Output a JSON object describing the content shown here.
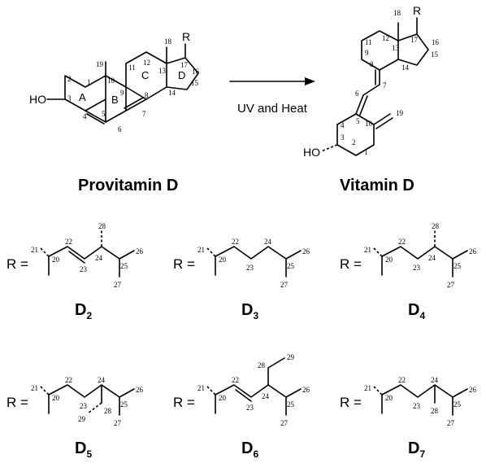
{
  "reaction": {
    "arrow_label": "UV and Heat"
  },
  "provitamin": {
    "name": "Provitamin D",
    "substituent": "R",
    "hydroxyl": "HO",
    "rings": [
      "A",
      "B",
      "C",
      "D"
    ],
    "numbers": [
      "1",
      "2",
      "3",
      "4",
      "5",
      "6",
      "7",
      "8",
      "9",
      "10",
      "11",
      "12",
      "13",
      "14",
      "15",
      "16",
      "17",
      "18",
      "19"
    ]
  },
  "vitamin": {
    "name": "Vitamin D",
    "substituent": "R",
    "hydroxyl": "HO",
    "numbers": [
      "1",
      "2",
      "3",
      "4",
      "5",
      "6",
      "7",
      "8",
      "9",
      "10",
      "11",
      "12",
      "13",
      "14",
      "15",
      "16",
      "17",
      "18",
      "19"
    ]
  },
  "side_chains": [
    {
      "label": "D",
      "subscript": "2",
      "r_prefix": "R =",
      "numbers": [
        "20",
        "21",
        "22",
        "23",
        "24",
        "25",
        "26",
        "27",
        "28"
      ]
    },
    {
      "label": "D",
      "subscript": "3",
      "r_prefix": "R =",
      "numbers": [
        "20",
        "21",
        "22",
        "23",
        "24",
        "25",
        "26",
        "27"
      ]
    },
    {
      "label": "D",
      "subscript": "4",
      "r_prefix": "R =",
      "numbers": [
        "20",
        "21",
        "22",
        "23",
        "24",
        "25",
        "26",
        "27",
        "28"
      ]
    },
    {
      "label": "D",
      "subscript": "5",
      "r_prefix": "R =",
      "numbers": [
        "20",
        "21",
        "22",
        "23",
        "24",
        "25",
        "26",
        "27",
        "28",
        "29"
      ]
    },
    {
      "label": "D",
      "subscript": "6",
      "r_prefix": "R =",
      "numbers": [
        "20",
        "21",
        "22",
        "23",
        "24",
        "25",
        "26",
        "27",
        "28",
        "29"
      ]
    },
    {
      "label": "D",
      "subscript": "7",
      "r_prefix": "R =",
      "numbers": [
        "20",
        "21",
        "22",
        "23",
        "24",
        "25",
        "26",
        "27",
        "28"
      ]
    }
  ]
}
